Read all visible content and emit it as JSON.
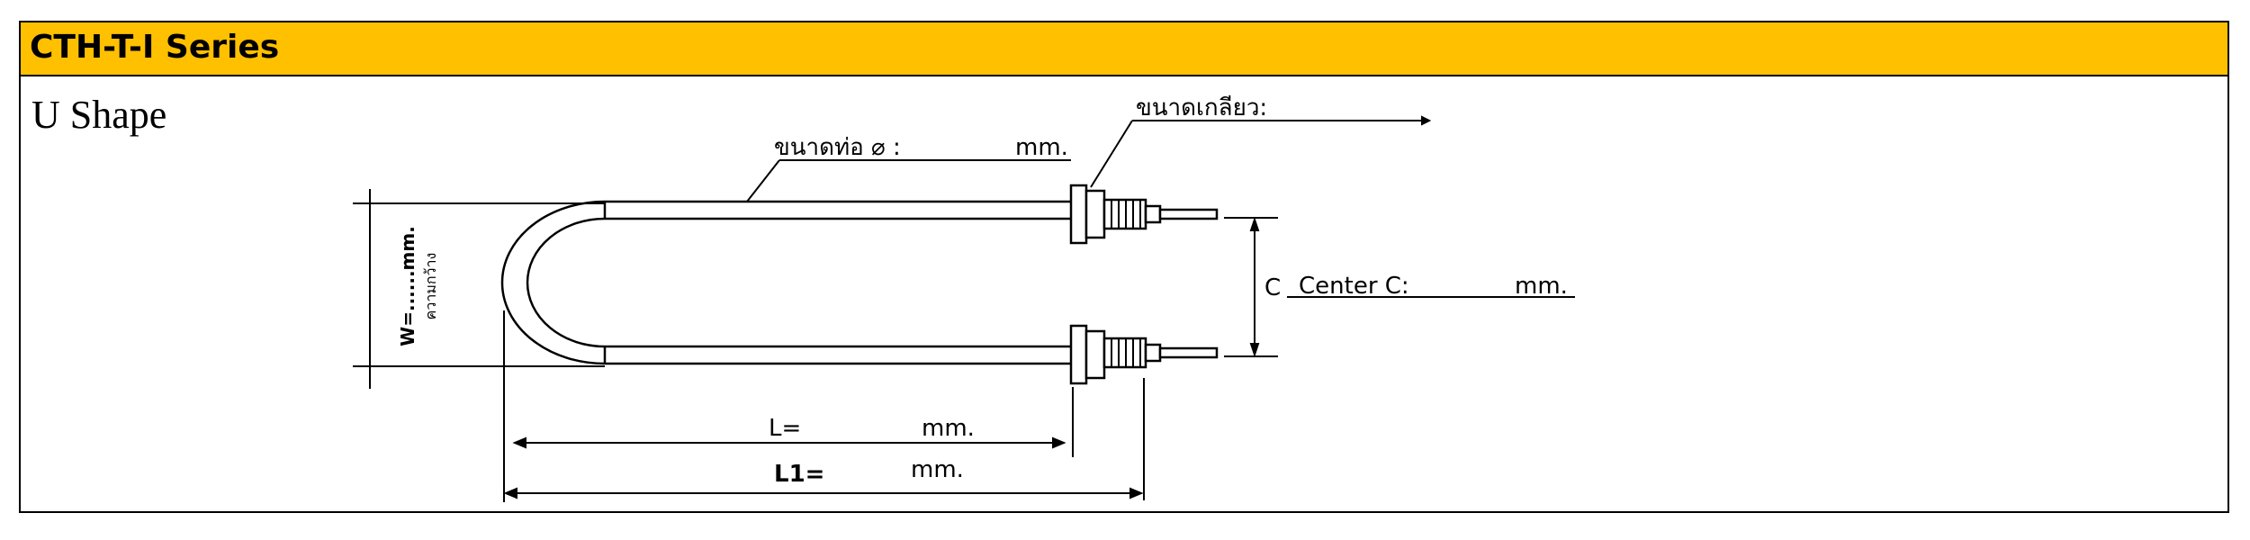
{
  "header": {
    "title": "CTH-T-I Series",
    "bar_color": "#FFC000"
  },
  "shape_label": "U Shape",
  "dimensions": {
    "tube_size": "ขนาดท่อ ⌀ :",
    "tube_unit": "mm.",
    "thread_size": "ขนาดเกลียว:",
    "width_value": "W=......mm.",
    "width_thai": "ความกว้าง",
    "center_letter": "C",
    "center_label": "Center C:",
    "center_unit": "mm.",
    "length_label": "L=",
    "length_unit": "mm.",
    "total_length_label": "L1=",
    "total_length_unit": "mm."
  }
}
